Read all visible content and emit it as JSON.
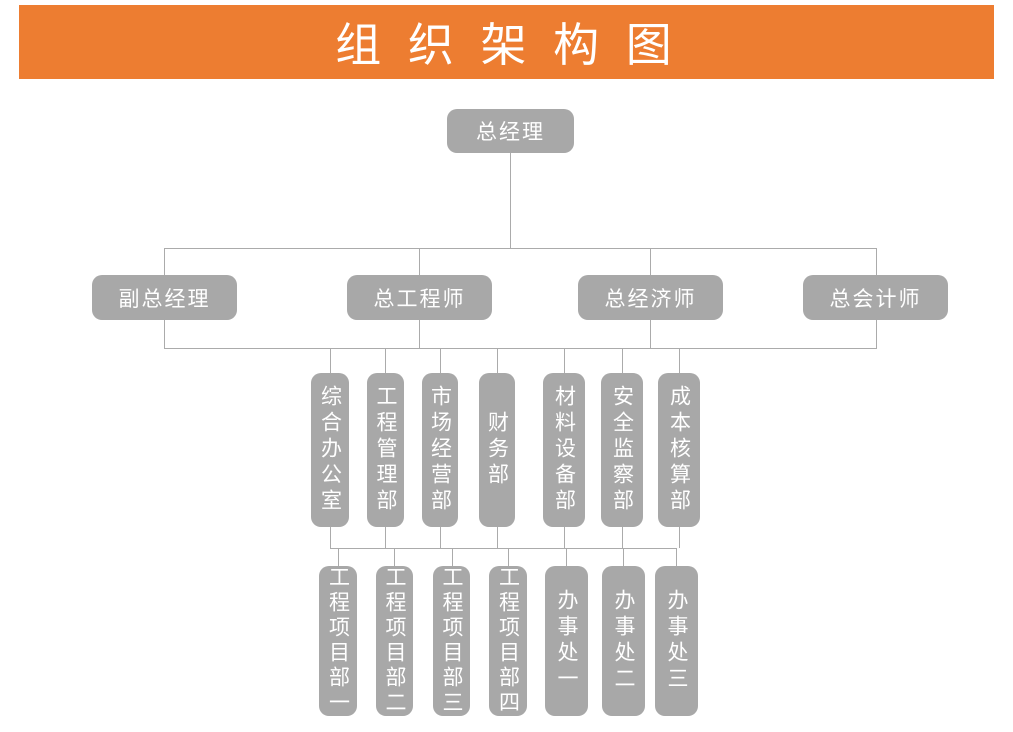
{
  "title": "组 织 架 构 图",
  "colors": {
    "banner": "#ED7D31",
    "node": "#A8A8A8",
    "line": "#ABABAB",
    "text": "#FFFFFF"
  },
  "org": {
    "root": {
      "label": "总经理"
    },
    "executives": [
      {
        "label": "副总经理"
      },
      {
        "label": "总工程师"
      },
      {
        "label": "总经济师"
      },
      {
        "label": "总会计师"
      }
    ],
    "departments": [
      {
        "label": "综合办公室"
      },
      {
        "label": "工程管理部"
      },
      {
        "label": "市场经营部"
      },
      {
        "label": "财务部"
      },
      {
        "label": "材料设备部"
      },
      {
        "label": "安全监察部"
      },
      {
        "label": "成本核算部"
      }
    ],
    "units": [
      {
        "label": "工程项目部一"
      },
      {
        "label": "工程项目部二"
      },
      {
        "label": "工程项目部三"
      },
      {
        "label": "工程项目部四"
      },
      {
        "label": "办事处一"
      },
      {
        "label": "办事处二"
      },
      {
        "label": "办事处三"
      }
    ]
  }
}
